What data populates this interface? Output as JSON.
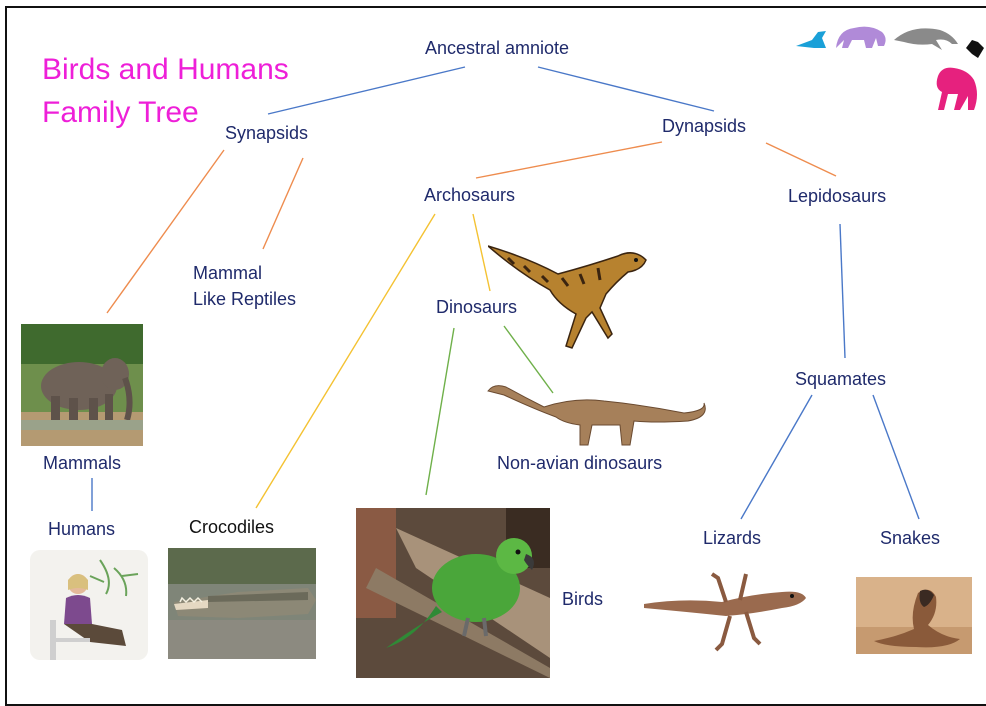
{
  "title": {
    "line1": "Birds and Humans",
    "line2": "Family Tree"
  },
  "nodes": {
    "ancestral_amniote": "Ancestral amniote",
    "synapsids": "Synapsids",
    "dynapsids": "Dynapsids",
    "archosaurs": "Archosaurs",
    "lepidosaurs": "Lepidosaurs",
    "mammal_like_reptiles_1": "Mammal",
    "mammal_like_reptiles_2": "Like Reptiles",
    "dinosaurs": "Dinosaurs",
    "squamates": "Squamates",
    "mammals": "Mammals",
    "humans": "Humans",
    "crocodiles": "Crocodiles",
    "non_avian_dinosaurs": "Non-avian dinosaurs",
    "birds": "Birds",
    "lizards": "Lizards",
    "snakes": "Snakes"
  },
  "colors": {
    "title": "#ee1fd8",
    "label": "#1f2a6b",
    "blue_link": "#4a78c8",
    "orange_link": "#ee8c4e",
    "yellow_link": "#f4c232",
    "green_link": "#6fb04a"
  },
  "images": [
    "elephant-photo",
    "woman-photo",
    "crocodile-photo",
    "parrot-photo",
    "raptor-dinosaur-illustration",
    "sauropod-dinosaur-illustration",
    "lizard-photo",
    "cobra-photo",
    "animal-silhouettes"
  ]
}
